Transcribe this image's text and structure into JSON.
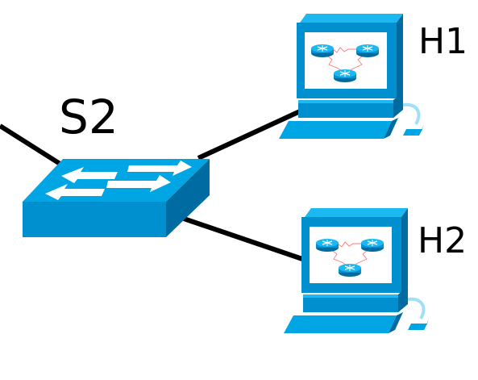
{
  "nodes": {
    "switch": {
      "label": "S2"
    },
    "host1": {
      "label": "H1"
    },
    "host2": {
      "label": "H2"
    }
  },
  "colors": {
    "device_top": "#00a6e3",
    "device_front": "#0090d0",
    "device_side": "#006ba0",
    "device_light": "#1cb8f2",
    "screen_bg": "#ffffff",
    "link": "#000000",
    "arrow": "#ffffff",
    "wire": "#ff7a7a"
  },
  "icons": {
    "switch": "network-switch-icon",
    "host": "workstation-icon",
    "router": "router-icon"
  }
}
